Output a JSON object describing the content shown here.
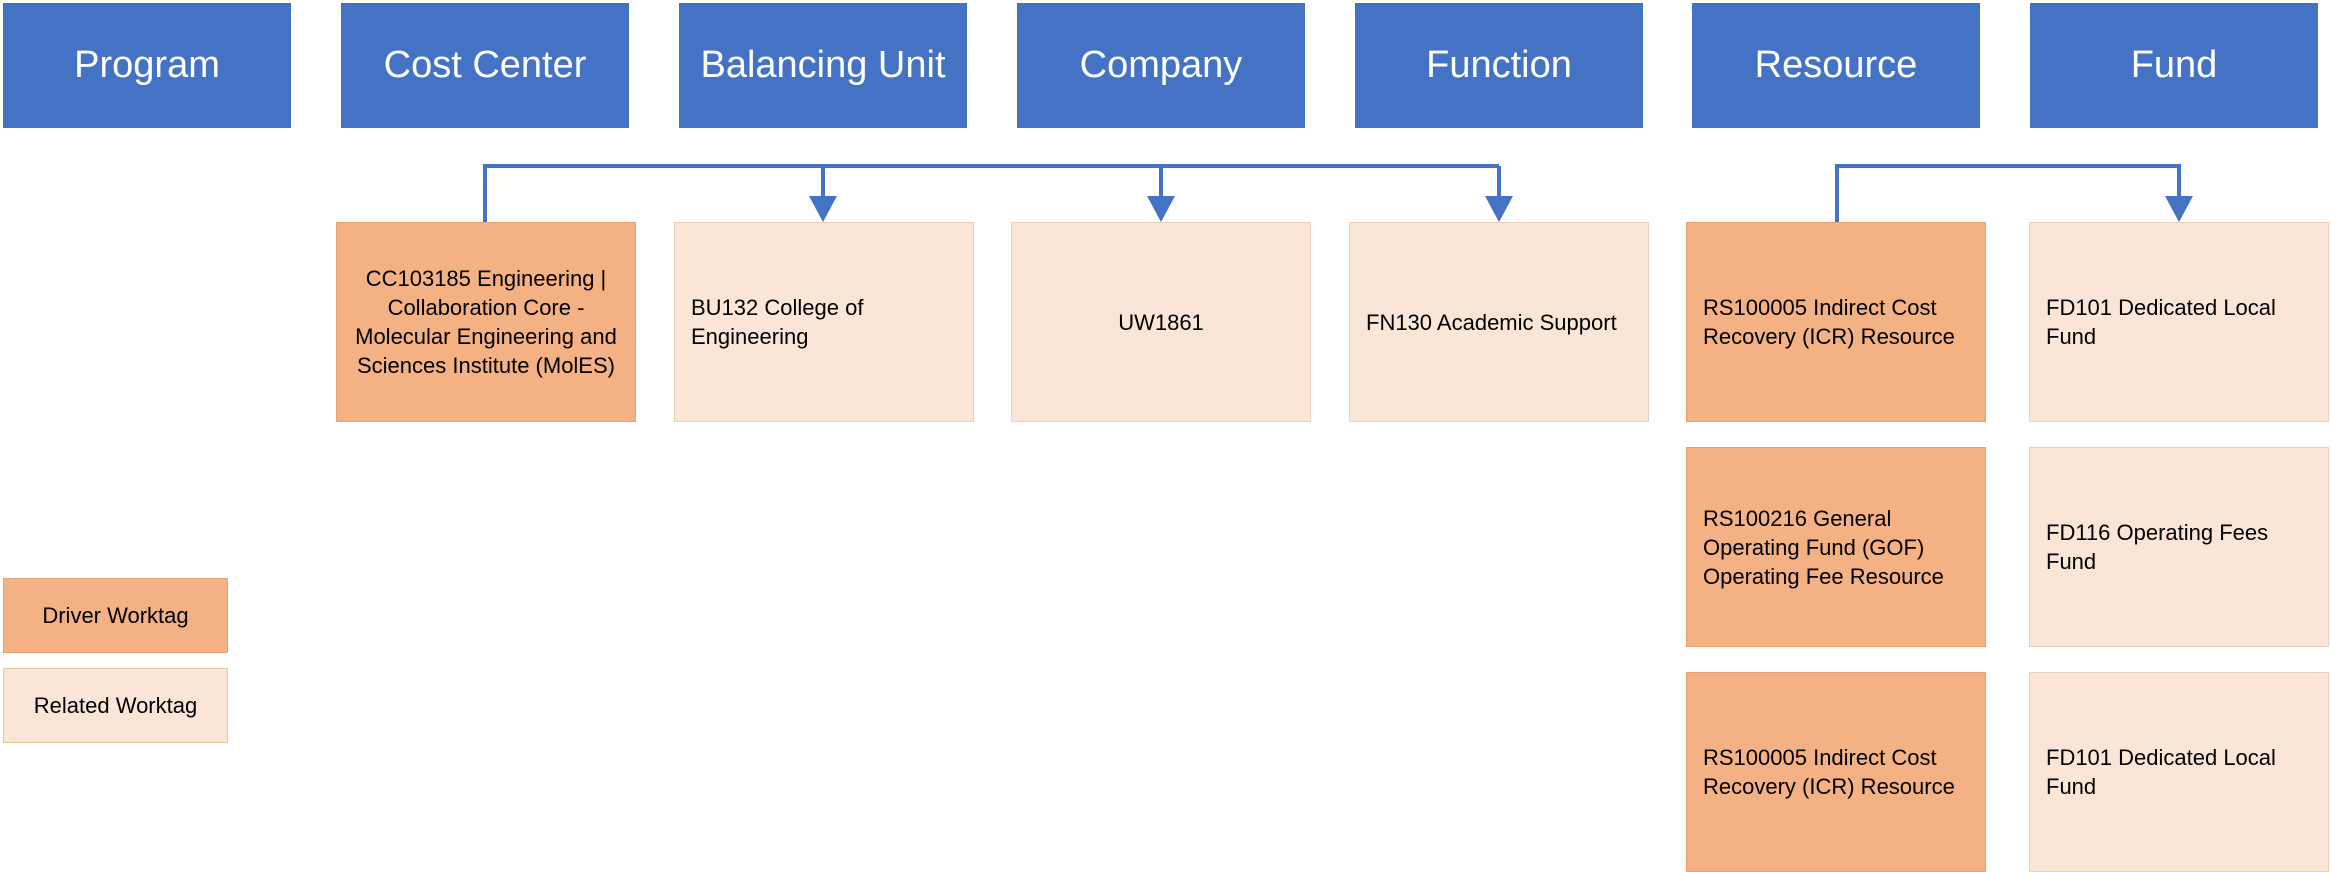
{
  "colors": {
    "header": "#4472c4",
    "driver": "#f4b183",
    "related": "#fbe5d6",
    "connector": "#4472c4"
  },
  "headers": [
    "Program",
    "Cost Center",
    "Balancing Unit",
    "Company",
    "Function",
    "Resource",
    "Fund"
  ],
  "worktags": {
    "cost_center": "CC103185 Engineering | Collaboration Core - Molecular Engineering and Sciences Institute (MolES)",
    "balancing_unit": "BU132 College of Engineering",
    "company": "UW1861",
    "function": "FN130 Academic Support",
    "resource_1": "RS100005 Indirect Cost Recovery (ICR) Resource",
    "fund_1": "FD101 Dedicated Local Fund",
    "resource_2": "RS100216 General Operating Fund (GOF) Operating Fee Resource",
    "fund_2": "FD116 Operating Fees Fund",
    "resource_3": "RS100005 Indirect Cost Recovery (ICR) Resource",
    "fund_3": "FD101 Dedicated Local Fund"
  },
  "legend": {
    "driver": "Driver Worktag",
    "related": "Related Worktag"
  }
}
